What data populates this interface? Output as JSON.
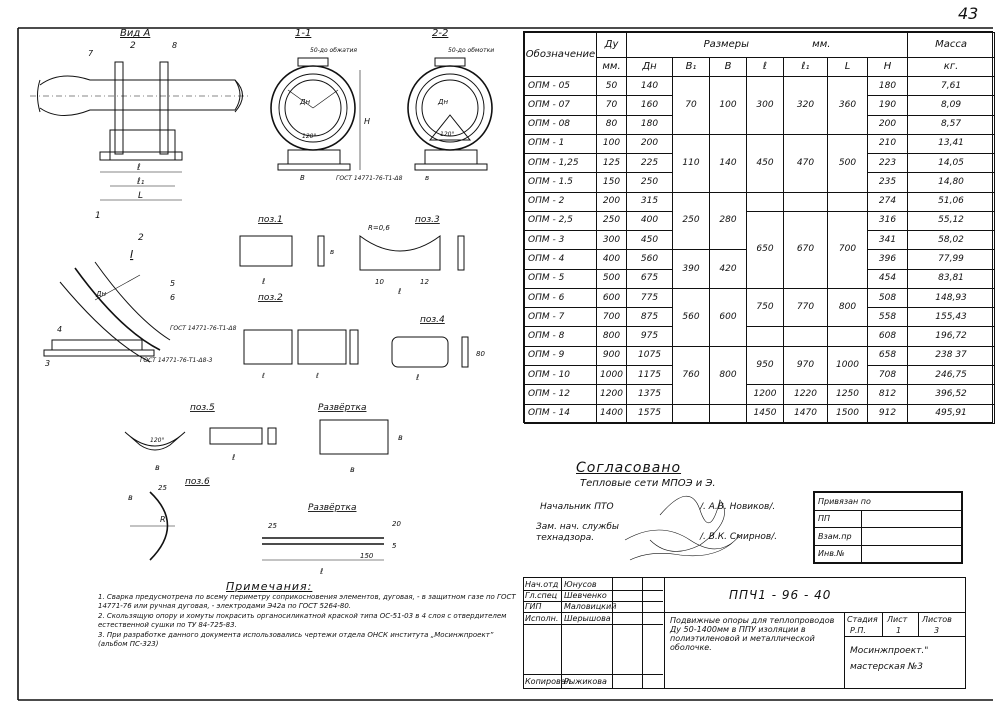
{
  "page_number": "43",
  "drawing": {
    "view_a": "Вид А",
    "sec11": "1-1",
    "sec22": "2-2",
    "detail1": "I",
    "poz1": "поз.1",
    "poz2": "поз.2",
    "poz3": "поз.3",
    "poz4": "поз.4",
    "poz5": "поз.5",
    "poz6": "поз.6",
    "razv1": "Развёртка",
    "razv2": "Развёртка",
    "weld_note1": "50-до обмотки",
    "weld_note2": "50-до обжатия",
    "gost1": "ГОСТ 14771-76-Т1-Δ8",
    "gost2": "ГОСТ 14771-76-Т1-Δ8",
    "gost3": "ГОСТ 14771-76-Т1-Δ8-3",
    "label_l": "ℓ",
    "label_l1": "ℓ₁",
    "label_L": "L",
    "label_B": "В",
    "label_b": "в",
    "label_H": "Н",
    "label_Dn": "Дн",
    "label_R": "R",
    "angle_120": "120°",
    "r_label": "R=0,6",
    "dim_25": "25",
    "dim_20": "20",
    "dim_10": "10",
    "dim_150": "150",
    "dim_8": "8",
    "dim_80": "80",
    "dim_12": "12",
    "dim_5": "5"
  },
  "spec_table": {
    "head": {
      "designation": "Обозначение",
      "du": "Ду",
      "du_unit": "мм.",
      "sizes": "Размеры",
      "mm": "мм.",
      "mass": "Масса",
      "mass_unit": "кг.",
      "c_dn": "Дн",
      "c_b1": "В₁",
      "c_b": "В",
      "c_l": "ℓ",
      "c_l1": "ℓ₁",
      "c_L": "L",
      "c_H": "Н"
    },
    "rows": [
      {
        "name": "ОПМ - 05",
        "du": "50",
        "dn": "140",
        "h": "180",
        "m": "7,61"
      },
      {
        "name": "ОПМ - 07",
        "du": "70",
        "dn": "160",
        "h": "190",
        "m": "8,09"
      },
      {
        "name": "ОПМ - 08",
        "du": "80",
        "dn": "180",
        "h": "200",
        "m": "8,57"
      },
      {
        "name": "ОПМ - 1",
        "du": "100",
        "dn": "200",
        "h": "210",
        "m": "13,41"
      },
      {
        "name": "ОПМ - 1,25",
        "du": "125",
        "dn": "225",
        "h": "223",
        "m": "14,05"
      },
      {
        "name": "ОПМ - 1.5",
        "du": "150",
        "dn": "250",
        "h": "235",
        "m": "14,80"
      },
      {
        "name": "ОПМ - 2",
        "du": "200",
        "dn": "315",
        "h": "274",
        "m": "51,06"
      },
      {
        "name": "ОПМ - 2,5",
        "du": "250",
        "dn": "400",
        "h": "316",
        "m": "55,12"
      },
      {
        "name": "ОПМ - 3",
        "du": "300",
        "dn": "450",
        "h": "341",
        "m": "58,02"
      },
      {
        "name": "ОПМ - 4",
        "du": "400",
        "dn": "560",
        "h": "396",
        "m": "77,99"
      },
      {
        "name": "ОПМ - 5",
        "du": "500",
        "dn": "675",
        "h": "454",
        "m": "83,81"
      },
      {
        "name": "ОПМ - 6",
        "du": "600",
        "dn": "775",
        "h": "508",
        "m": "148,93"
      },
      {
        "name": "ОПМ - 7",
        "du": "700",
        "dn": "875",
        "h": "558",
        "m": "155,43"
      },
      {
        "name": "ОПМ - 8",
        "du": "800",
        "dn": "975",
        "h": "608",
        "m": "196,72"
      },
      {
        "name": "ОПМ - 9",
        "du": "900",
        "dn": "1075",
        "h": "658",
        "m": "238 37"
      },
      {
        "name": "ОПМ - 10",
        "du": "1000",
        "dn": "1175",
        "h": "708",
        "m": "246,75"
      },
      {
        "name": "ОПМ - 12",
        "du": "1200",
        "dn": "1375",
        "h": "812",
        "m": "396,52"
      },
      {
        "name": "ОПМ - 14",
        "du": "1400",
        "dn": "1575",
        "h": "912",
        "m": "495,91"
      }
    ],
    "groups": [
      {
        "b1": "70",
        "b": "100",
        "l": "300",
        "l1": "320",
        "L": "360"
      },
      {
        "b1": "110",
        "b": "140",
        "l": "450",
        "l1": "470",
        "L": "500"
      },
      {
        "b1": "250",
        "b": "280"
      },
      {
        "l": "650",
        "l1": "670",
        "L": "700"
      },
      {
        "b1": "390",
        "b": "420"
      },
      {
        "b1": "560",
        "b": "600"
      },
      {
        "l": "750",
        "l1": "770",
        "L": "800"
      },
      {
        "l": "950",
        "l1": "970",
        "L": "1000"
      },
      {
        "b1": "760",
        "b": "800"
      },
      {
        "l": "1200",
        "l1": "1220",
        "L": "1250"
      },
      {
        "l": "1450",
        "l1": "1470",
        "L": "1500"
      }
    ]
  },
  "approval": {
    "title": "Согласовано",
    "org": "Тепловые сети МПОЭ и Э.",
    "role1": "Начальник ПТО",
    "name1": "/. А.В. Новиков/.",
    "role2a": "Зам. нач. службы",
    "role2b": "технадзора.",
    "name2": "/. В.К. Смирнов/.",
    "attach_title": "Привязан по",
    "attach_r1": "ПП",
    "attach_r2": "Взам.пр",
    "attach_r3": "Инв.№"
  },
  "notes": {
    "title": "Примечания:",
    "items": [
      "1. Сварка предусмотрена по всему периметру соприкосновения элементов, дуговая, - в защитном газе по ГОСТ 14771-76 или ручная дуговая, - электродами Э42а по ГОСТ 5264-80.",
      "2. Скользящую опору и хомуты покрасить органосиликатной краской типа ОС-51-03 в 4 слоя с отвердителем естественной сушки по ТУ 84-725-83.",
      "3. При разработке данного документа использовались чертежи отдела ОНСК института „Мосинжпроект” (альбом ПС-323)"
    ]
  },
  "title_block": {
    "roles": [
      "Нач.отд",
      "Гл.спец",
      "ГИП",
      "Исполн.",
      "Копировал"
    ],
    "names": [
      "Юнусов",
      "Шевченко",
      "Маловицкий",
      "Шерышова",
      "Рыжикова"
    ],
    "code": "ППЧ1 - 96 - 40",
    "desc": "Подвижные опоры для теплопроводов Ду 50-1400мм в ППУ изоляции в полиэтиленовой и металлической оболочке.",
    "stage_h": "Стадия",
    "sheet_h": "Лист",
    "sheets_h": "Листов",
    "stage": "Р.П.",
    "sheet": "1",
    "sheets": "3",
    "org1": "Мосинжпроект.\"",
    "org2": "мастерская №3"
  }
}
